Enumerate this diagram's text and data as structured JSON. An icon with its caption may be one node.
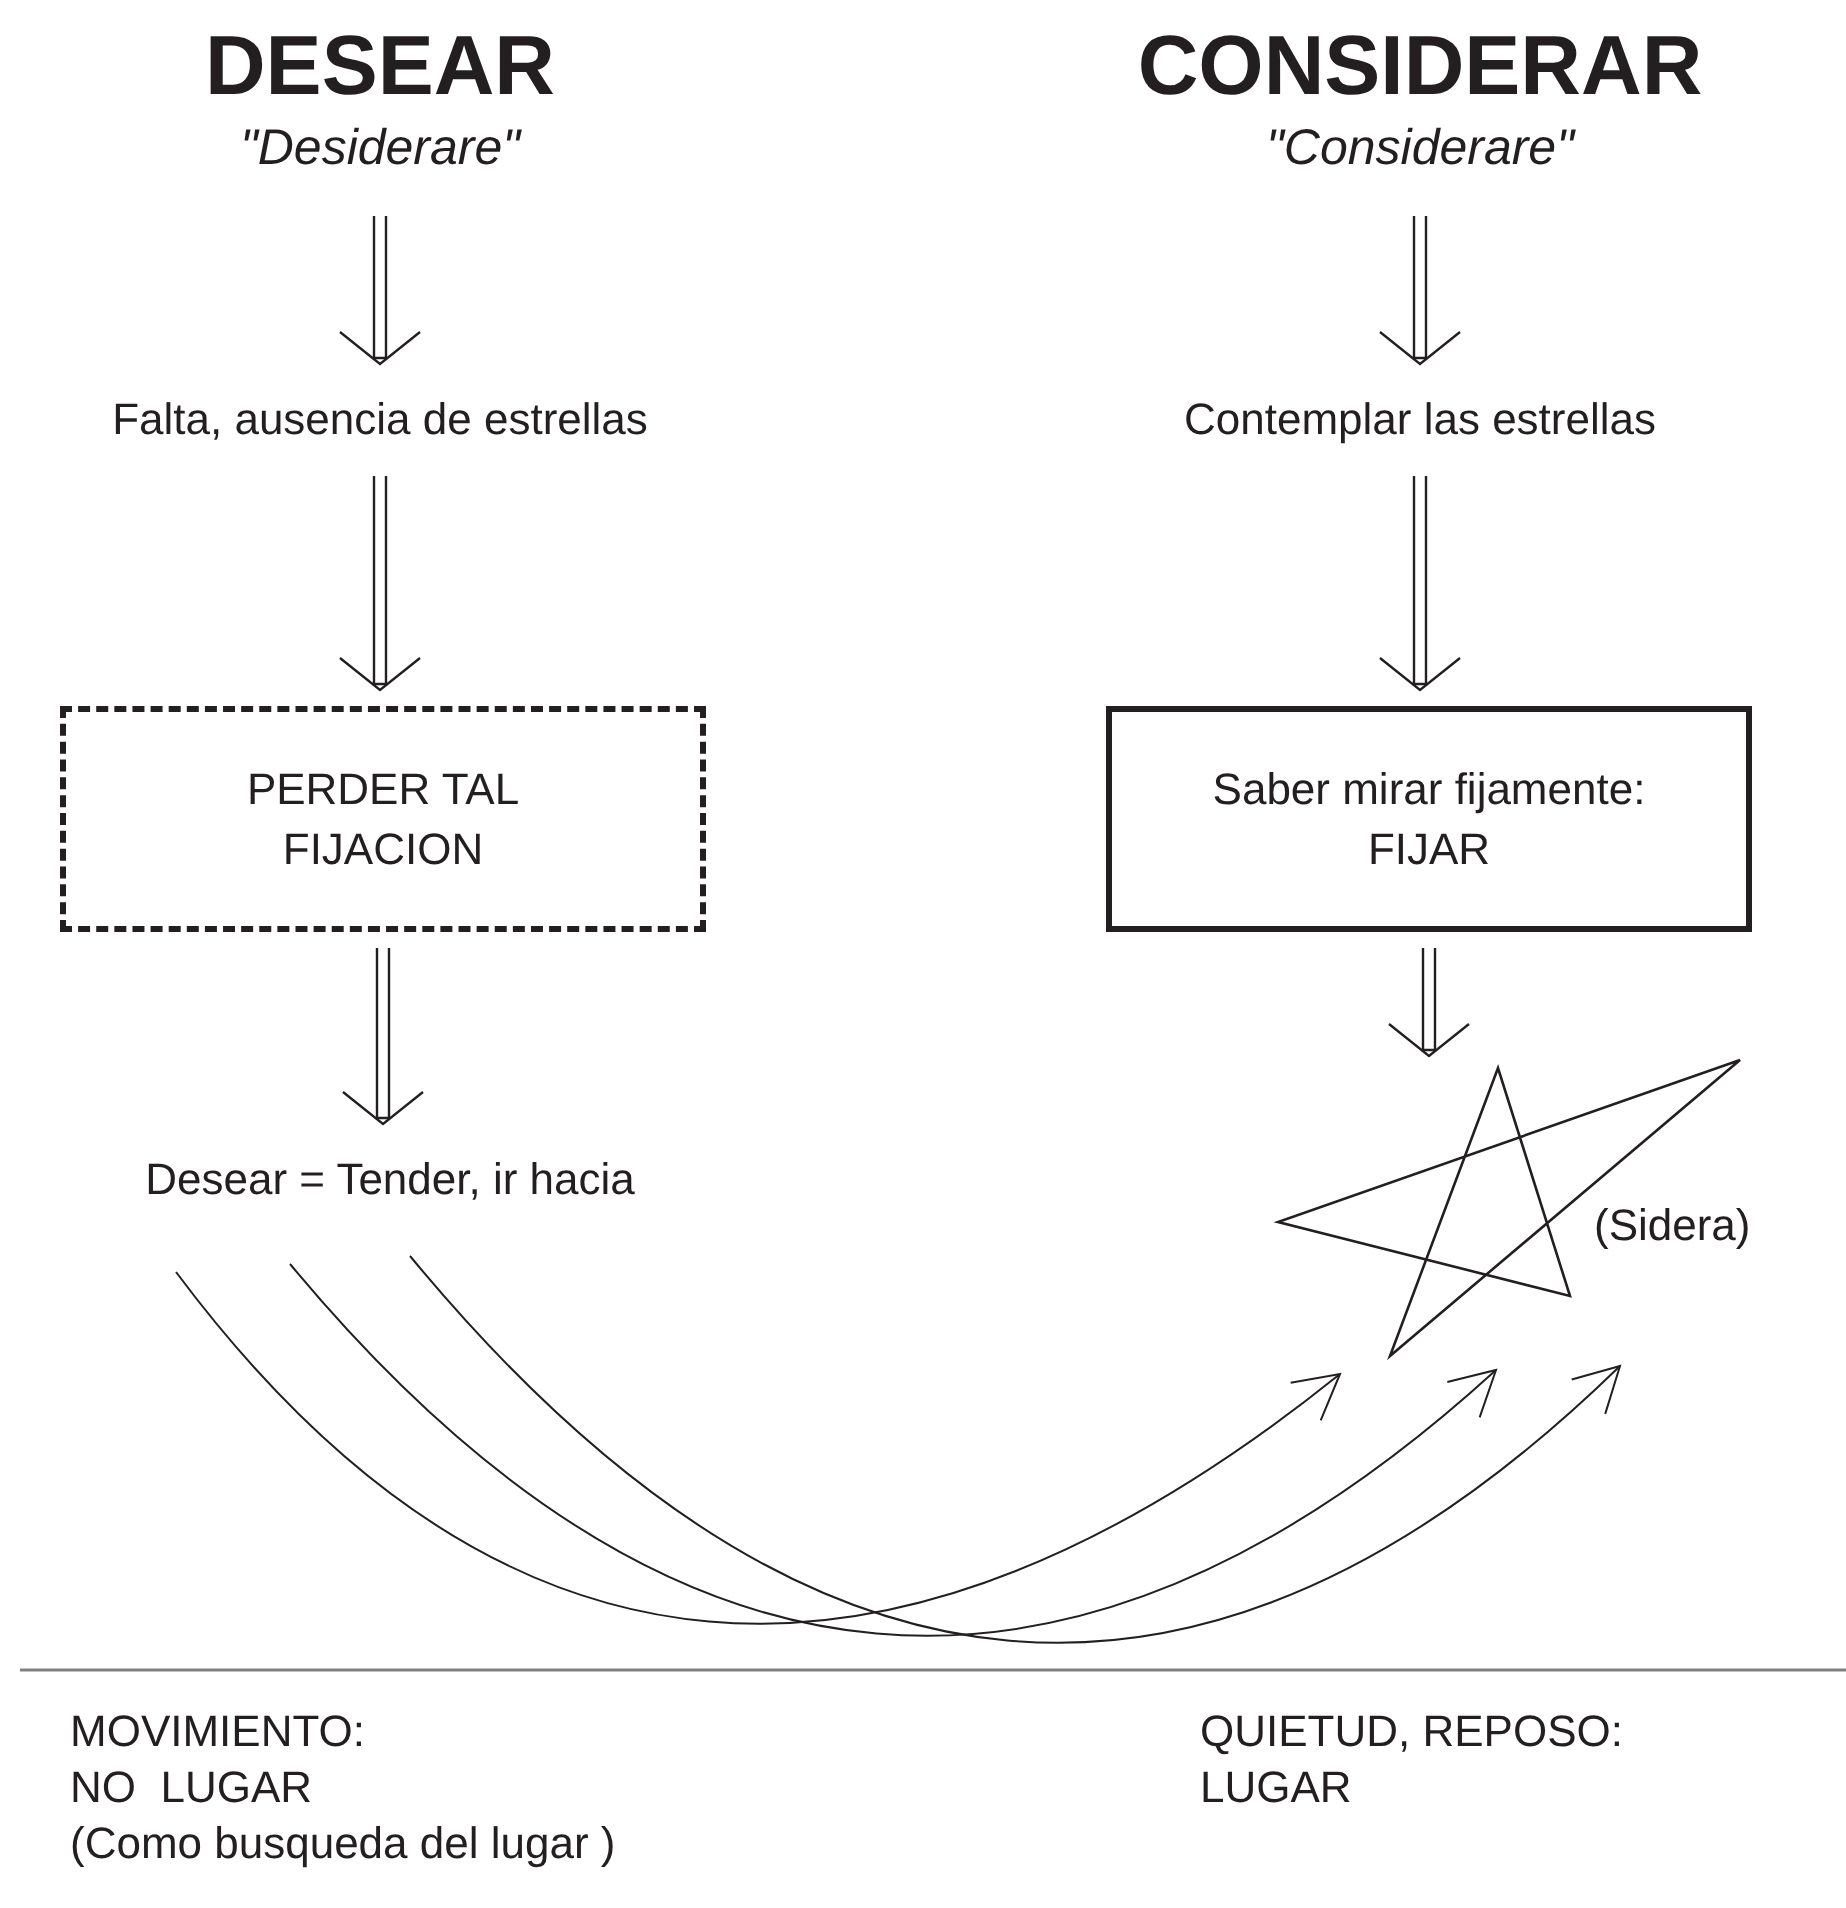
{
  "diagram": {
    "nodes": [
      {
        "text": [
          "DESEAR",
          "\"Desiderare\""
        ]
      },
      {
        "text": [
          "CONSIDERAR",
          "\"Considerare\""
        ]
      },
      {
        "text": [
          "Falta, ausencia de estrellas"
        ]
      },
      {
        "text": [
          "Contemplar las estrellas"
        ]
      },
      {
        "text": [
          "PERDER TAL FIJACION"
        ]
      },
      {
        "text": [
          "Saber mirar fijamente: FIJAR"
        ]
      },
      {
        "text": [
          "Desear = Tender, ir hacia"
        ]
      },
      {
        "text": [],
        "shape": "star",
        "beside": [
          "(Sidera)"
        ]
      }
    ],
    "edges": [
      {
        "from": 0,
        "to": 2,
        "arrow": "to"
      },
      {
        "from": 2,
        "to": 4,
        "arrow": "to"
      },
      {
        "from": 4,
        "to": 6,
        "arrow": "to"
      },
      {
        "from": 1,
        "to": 3,
        "arrow": "to"
      },
      {
        "from": 3,
        "to": 5,
        "arrow": "to"
      },
      {
        "from": 5,
        "to": 7,
        "arrow": "to"
      },
      {
        "from": 6,
        "to": 7,
        "arrow": "to"
      },
      {
        "from": 6,
        "to": 7,
        "arrow": "to"
      },
      {
        "from": 6,
        "to": 7,
        "arrow": "to"
      }
    ],
    "labels": [
      "MOVIMIENTO:",
      "NO  LUGAR",
      "(Como busqueda del lugar )",
      "QUIETUD, REPOSO:",
      "LUGAR"
    ]
  }
}
